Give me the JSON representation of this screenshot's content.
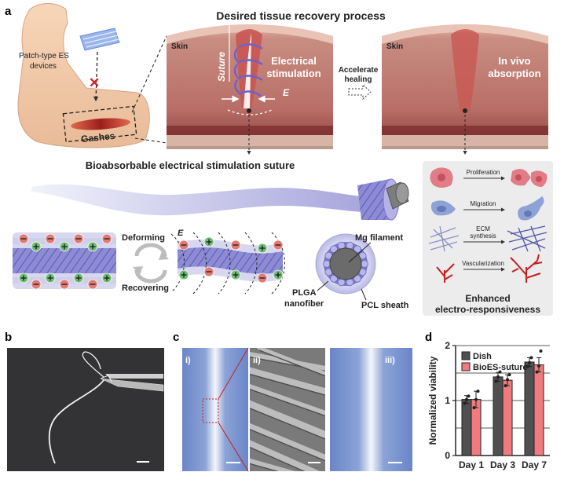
{
  "panel_labels": {
    "a": "a",
    "b": "b",
    "c": "c",
    "d": "d"
  },
  "panel_a": {
    "top_title": "Desired tissue recovery process",
    "patch_label_line1": "Patch-type ES",
    "patch_label_line2": "devices",
    "gashes_label": "Gashes",
    "skin_label": "Skin",
    "suture_label": "Suture",
    "electrical_line1": "Electrical",
    "electrical_line2": "stimulation",
    "e_label": "E",
    "accelerate_line1": "Accelerate",
    "accelerate_line2": "healing",
    "invivo_line1": "In vivo",
    "invivo_line2": "absorption",
    "bottom_title": "Bioabsorbable electrical stimulation suture",
    "deforming": "Deforming",
    "recovering": "Recovering",
    "mg_filament": "Mg filament",
    "plga_line1": "PLGA",
    "plga_line2": "nanofiber",
    "pcl_sheath": "PCL sheath",
    "process_steps": [
      "Proliferation",
      "Migration",
      "ECM synthesis",
      "Vascularization"
    ],
    "enhanced_line1": "Enhanced",
    "enhanced_line2": "electro-responsiveness"
  },
  "panel_c": {
    "sub_labels": [
      "i)",
      "ii)",
      "iii)"
    ]
  },
  "chart_data": {
    "type": "bar",
    "ylabel": "Normalized viability",
    "categories": [
      "Day 1",
      "Day 3",
      "Day 7"
    ],
    "series": [
      {
        "name": "Dish",
        "color": "#505050",
        "values": [
          1.02,
          1.43,
          1.7
        ],
        "errors": [
          0.07,
          0.08,
          0.08
        ],
        "points": [
          [
            0.95,
            1.02,
            1.08
          ],
          [
            1.35,
            1.43,
            1.52
          ],
          [
            1.62,
            1.69,
            1.78
          ]
        ]
      },
      {
        "name": "BioES-suture",
        "color": "#f07a7e",
        "values": [
          1.02,
          1.37,
          1.65
        ],
        "errors": [
          0.15,
          0.1,
          0.13
        ],
        "points": [
          [
            0.87,
            1.02,
            1.17
          ],
          [
            1.27,
            1.38,
            1.47
          ],
          [
            1.52,
            1.63,
            1.9
          ]
        ]
      }
    ],
    "ylim": [
      0,
      2
    ],
    "yticks": [
      0,
      1,
      2
    ],
    "grid": true,
    "legend": "top-left"
  },
  "colors": {
    "skin": "#cd8c80",
    "tissue": "#b96e64",
    "suture": "#8c8cd2",
    "wound": "#c8322d",
    "sem_blue": "#6e88c8"
  }
}
